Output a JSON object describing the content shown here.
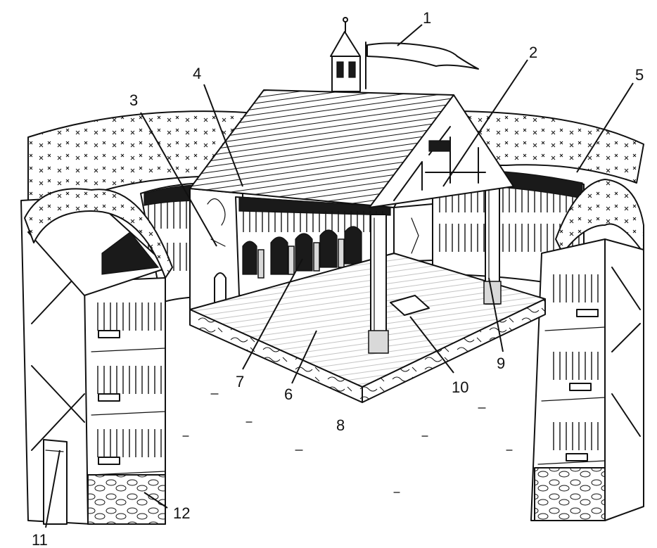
{
  "callouts": [
    {
      "id": "1",
      "text": "1"
    },
    {
      "id": "2",
      "text": "2"
    },
    {
      "id": "3",
      "text": "3"
    },
    {
      "id": "4",
      "text": "4"
    },
    {
      "id": "5",
      "text": "5"
    },
    {
      "id": "6",
      "text": "6"
    },
    {
      "id": "7",
      "text": "7"
    },
    {
      "id": "8",
      "text": "8"
    },
    {
      "id": "9",
      "text": "9"
    },
    {
      "id": "10",
      "text": "10"
    },
    {
      "id": "11",
      "text": "11"
    },
    {
      "id": "12",
      "text": "12"
    }
  ],
  "colors": {
    "ink": "#111111",
    "paper": "#ffffff",
    "shade": "#1a1a1a"
  }
}
